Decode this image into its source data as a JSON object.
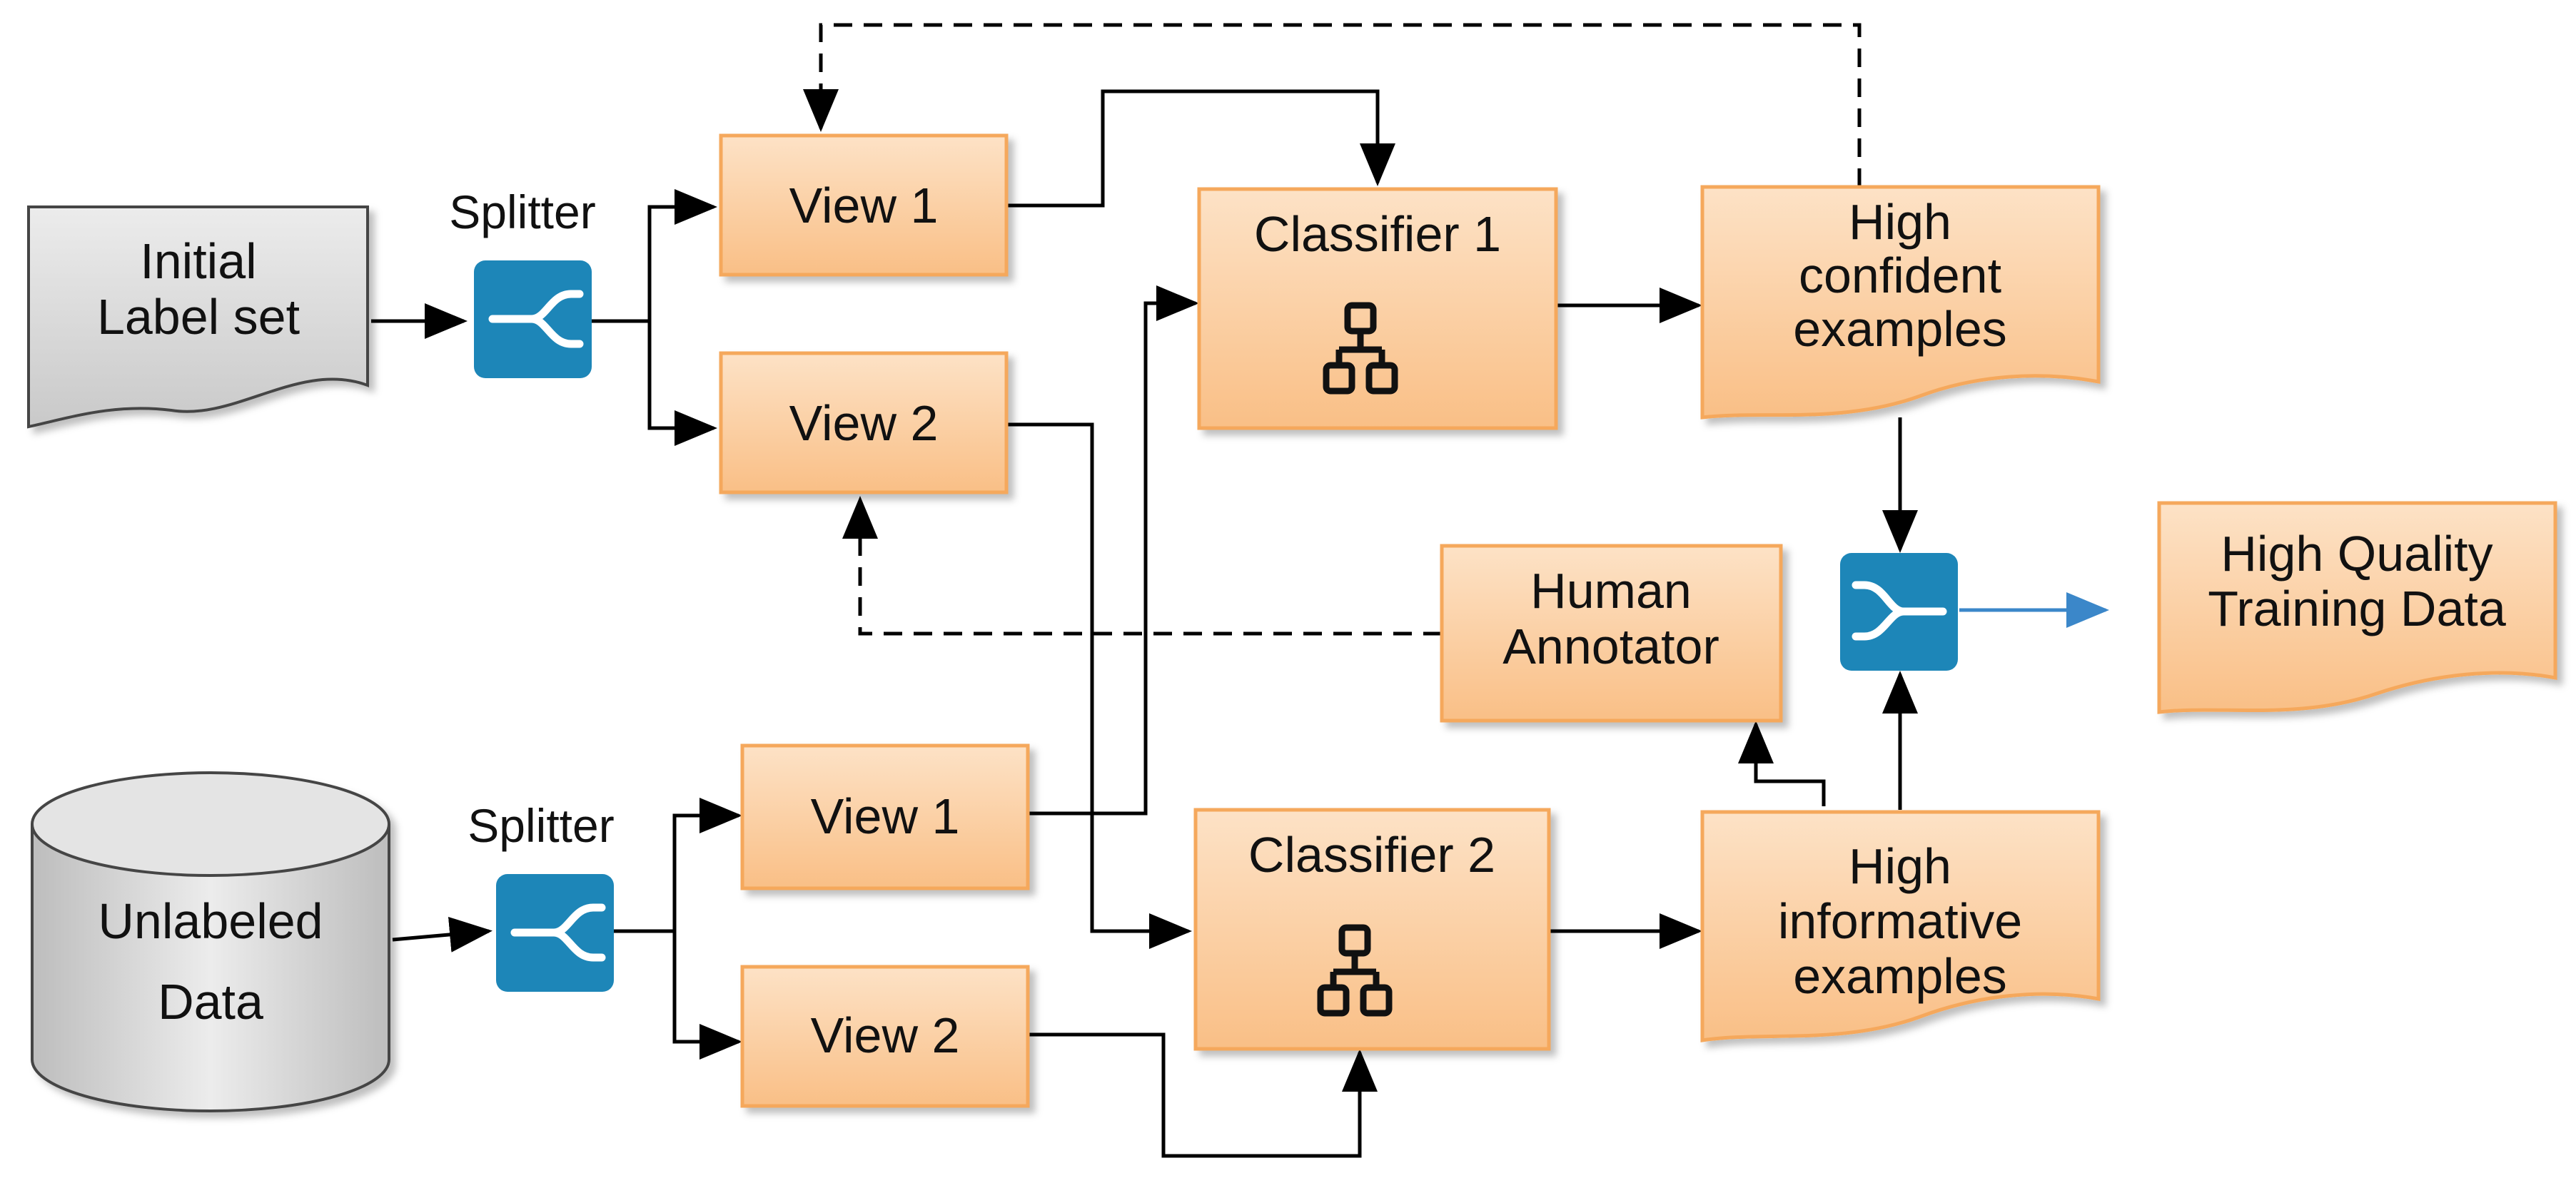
{
  "diagram": {
    "initial_label_set": [
      "Initial",
      "Label set"
    ],
    "unlabeled_data": [
      "Unlabeled",
      "Data"
    ],
    "splitter_top_label": "Splitter",
    "splitter_bottom_label": "Splitter",
    "view1_top": "View 1",
    "view2_top": "View 2",
    "view1_bottom": "View 1",
    "view2_bottom": "View 2",
    "classifier1": "Classifier  1",
    "classifier2": "Classifier  2",
    "high_confident": [
      "High",
      "confident",
      "examples"
    ],
    "high_informative": [
      "High",
      "informative",
      "examples"
    ],
    "human_annotator": [
      "Human",
      "Annotator"
    ],
    "output": [
      "High Quality",
      "Training Data"
    ]
  },
  "colors": {
    "orange_fill": "#fcd2a8",
    "orange_stroke": "#f5a85c",
    "gray_fill": "#dcdcdc",
    "teal": "#1d86b8",
    "blue_arrow": "#3b87c9"
  },
  "icons": {
    "splitter": "split-arrow-icon",
    "merge": "merge-arrow-icon",
    "classifier": "hierarchy-icon"
  }
}
